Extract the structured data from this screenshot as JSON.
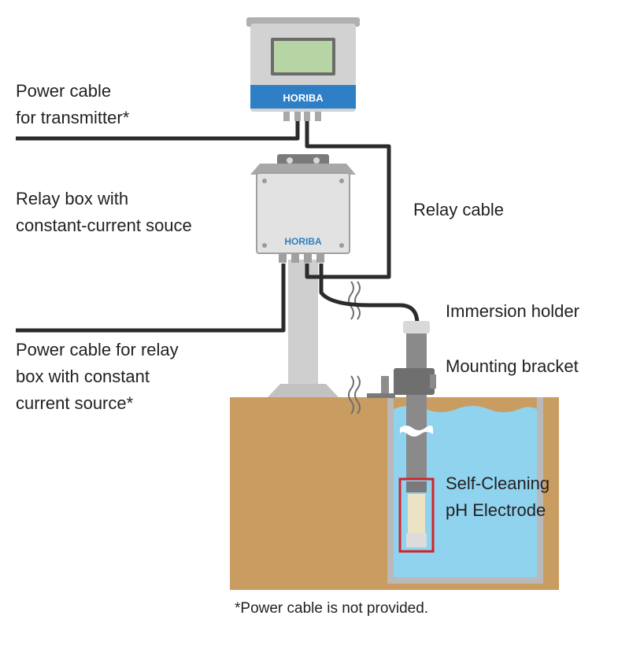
{
  "labels": {
    "power_transmitter": [
      "Power cable",
      "for transmitter*"
    ],
    "relay_box": [
      "Relay box with",
      "constant-current souce"
    ],
    "relay_cable": "Relay cable",
    "power_relay": [
      "Power cable for relay",
      "box with constant",
      "current source*"
    ],
    "immersion_holder": "Immersion holder",
    "mounting_bracket": "Mounting bracket",
    "electrode": [
      "Self-Cleaning",
      "pH Electrode"
    ]
  },
  "footnote": "*Power cable is not provided.",
  "brand": {
    "transmitter": "HORIBA",
    "relay_box": "HORIBA"
  },
  "colors": {
    "ground": "#c99d62",
    "water": "#8fd3ef",
    "tank_wall": "#b8b8b8",
    "brand_blue": "#2e7fc5",
    "cable": "#2b2b2b",
    "highlight": "#d2232a",
    "electrode": "#ece3c6"
  }
}
